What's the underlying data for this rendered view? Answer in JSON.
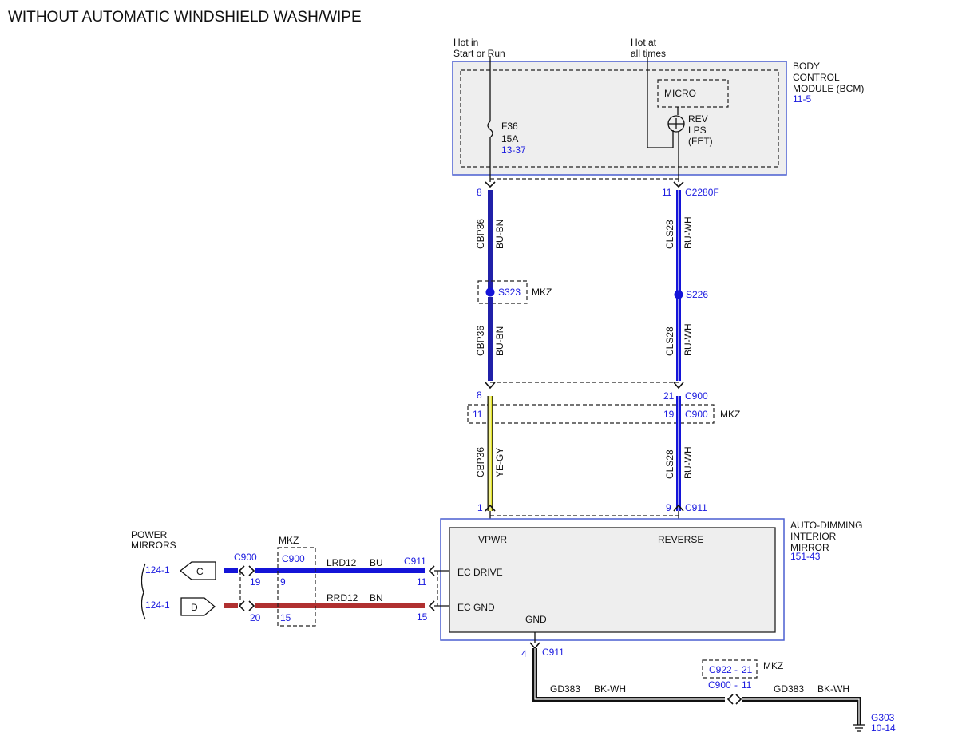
{
  "title": "WITHOUT AUTOMATIC WINDSHIELD WASH/WIPE",
  "colors": {
    "module_border": "#4a5fd0",
    "module_fill": "#eeeeee",
    "wire_blue": "#1414d8",
    "wire_blue_brown": "#2020a8",
    "wire_yellow_gray": "#e6e62a",
    "wire_brown": "#b03030",
    "wire_black": "#111111",
    "reference_text": "#1a1adf"
  },
  "power_labels": {
    "hot_run": [
      "Hot in",
      "Start or Run"
    ],
    "hot_always": [
      "Hot at",
      "all times"
    ]
  },
  "bcm": {
    "name": [
      "BODY",
      "CONTROL",
      "MODULE (BCM)"
    ],
    "ref": "11-5",
    "fuse": {
      "id": "F36",
      "rating": "15A",
      "ref": "13-37"
    },
    "micro": "MICRO",
    "output": [
      "REV",
      "LPS",
      "(FET)"
    ]
  },
  "mirror_module": {
    "name": [
      "AUTO-DIMMING",
      "INTERIOR",
      "MIRROR"
    ],
    "ref": "151-43",
    "pins": {
      "vpwr": "VPWR",
      "reverse": "REVERSE",
      "ec_drive": "EC DRIVE",
      "ec_gnd": "EC GND",
      "gnd": "GND"
    }
  },
  "left_circuit": {
    "top_pin": "8",
    "segment1": {
      "circuit": "CBP36",
      "color": "BU-BN"
    },
    "splice": {
      "id": "S323",
      "option": "MKZ"
    },
    "segment2": {
      "circuit": "CBP36",
      "color": "BU-BN"
    },
    "c900_pin": "8",
    "c900_mkz_pin": "11",
    "segment3": {
      "circuit": "CBP36",
      "color": "YE-GY"
    },
    "c911_pin": "1"
  },
  "right_circuit": {
    "top_pin": "11",
    "top_connector": "C2280F",
    "segment1": {
      "circuit": "CLS28",
      "color": "BU-WH"
    },
    "splice": {
      "id": "S226"
    },
    "segment2": {
      "circuit": "CLS28",
      "color": "BU-WH"
    },
    "c900_pin": "21",
    "c900_label": "C900",
    "c900_mkz_pin": "19",
    "c900_mkz_label": "C900",
    "option": "MKZ",
    "segment3": {
      "circuit": "CLS28",
      "color": "BU-WH"
    },
    "c911_pin": "9",
    "c911_label": "C911"
  },
  "power_mirrors": {
    "title": [
      "POWER",
      "MIRRORS"
    ],
    "ref_c": "124-1",
    "ref_d": "124-1",
    "conn_c": "C",
    "conn_d": "D",
    "c900": "C900",
    "c900_pin_top": "19",
    "c900_pin_bottom": "20",
    "mkz": "MKZ",
    "mkz_c900": "C900",
    "mkz_pin_top": "9",
    "mkz_pin_bottom": "15",
    "wire_top": {
      "circuit": "LRD12",
      "color": "BU"
    },
    "wire_bottom": {
      "circuit": "RRD12",
      "color": "BN"
    },
    "c911": "C911",
    "c911_pin_top": "11",
    "c911_pin_bottom": "15"
  },
  "ground": {
    "pin": "4",
    "connector": "C911",
    "wire_left": {
      "circuit": "GD383",
      "color": "BK-WH"
    },
    "wire_right": {
      "circuit": "GD383",
      "color": "BK-WH"
    },
    "inline_mkz": {
      "connector": "C922",
      "sep": "-",
      "pin": "21",
      "option": "MKZ"
    },
    "inline": {
      "connector": "C900",
      "sep": "-",
      "pin": "11"
    },
    "ground_point": "G303",
    "ground_ref": "10-14"
  }
}
